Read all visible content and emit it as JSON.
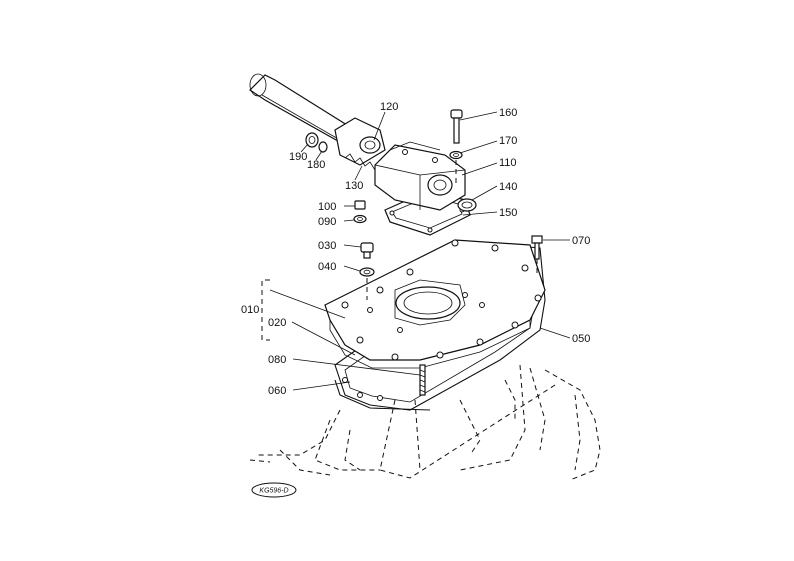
{
  "part_labels": {
    "p010": "010",
    "p020": "020",
    "p030": "030",
    "p040": "040",
    "p050": "050",
    "p060": "060",
    "p070": "070",
    "p080": "080",
    "p090": "090",
    "p100": "100",
    "p110": "110",
    "p120": "120",
    "p130": "130",
    "p140": "140",
    "p150": "150",
    "p160": "160",
    "p170": "170",
    "p180": "180",
    "p190": "190"
  },
  "drawing_code": "KG596-D"
}
